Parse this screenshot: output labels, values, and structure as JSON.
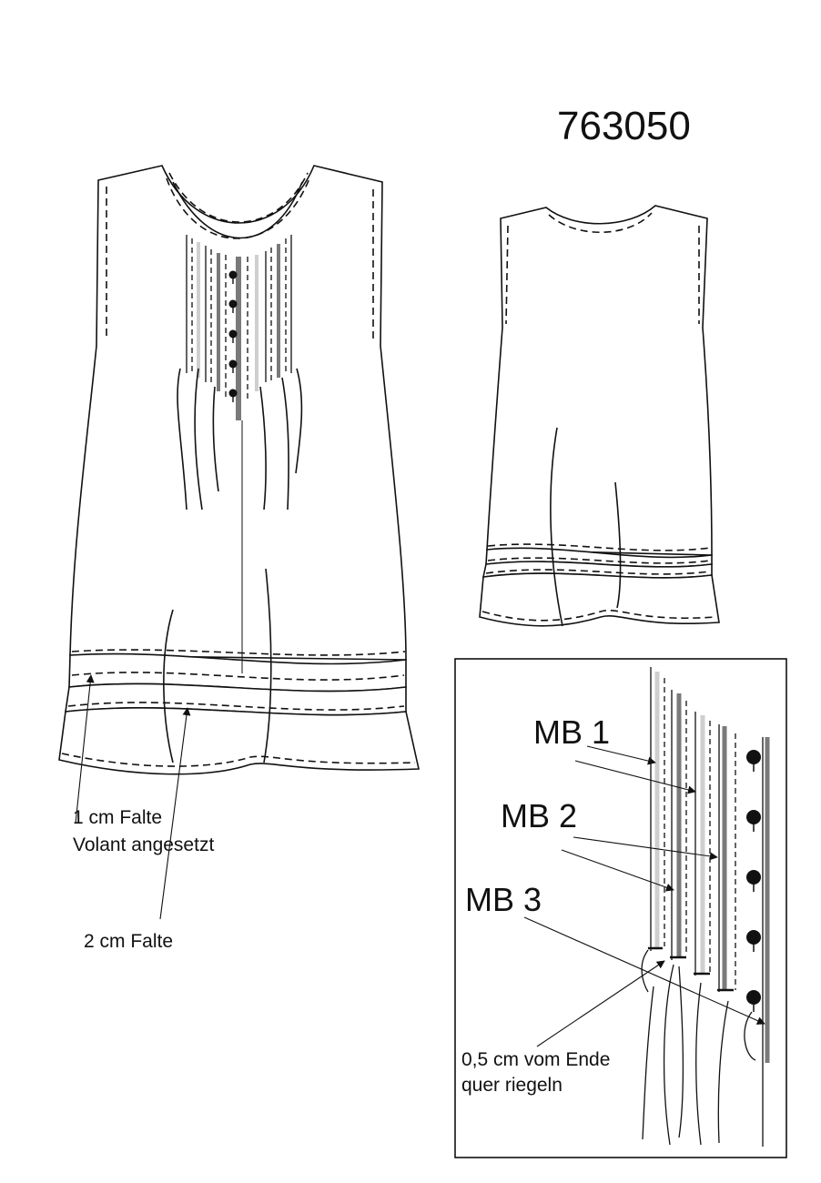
{
  "pattern_number": "763050",
  "labels": {
    "mb1": "MB 1",
    "mb2": "MB 2",
    "mb3": "MB 3",
    "falte_1cm_line1": "1 cm Falte",
    "falte_1cm_line2": "Volant angesetzt",
    "falte_2cm": "2 cm Falte",
    "riegel_line1": "0,5 cm vom Ende",
    "riegel_line2": "quer riegeln"
  },
  "colors": {
    "line": "#111111",
    "pintuck_dark": "#7a7a7a",
    "pintuck_light": "#cfcfcf"
  }
}
